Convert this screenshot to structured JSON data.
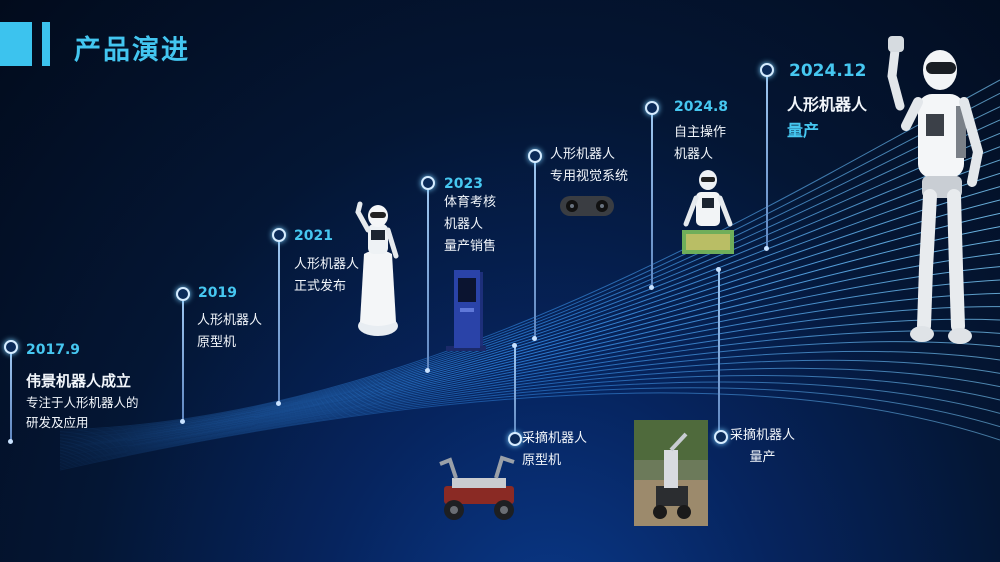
{
  "page": {
    "title": "产品演进"
  },
  "milestones": [
    {
      "id": "m2017",
      "year": "2017.9",
      "title": "伟景机器人成立",
      "lines": [
        "专注于人形机器人的",
        "研发及应用"
      ]
    },
    {
      "id": "m2019",
      "year": "2019",
      "lines": [
        "人形机器人",
        "原型机"
      ]
    },
    {
      "id": "m2021",
      "year": "2021",
      "lines": [
        "人形机器人",
        "正式发布"
      ]
    },
    {
      "id": "m2023",
      "year": "2023",
      "lines": [
        "体育考核",
        "机器人",
        "量产销售"
      ]
    },
    {
      "id": "mvision",
      "lines": [
        "人形机器人",
        "专用视觉系统"
      ]
    },
    {
      "id": "m2024_8",
      "year": "2024.8",
      "lines": [
        "自主操作",
        "机器人"
      ]
    },
    {
      "id": "m2024_12",
      "year": "2024.12",
      "lines": [
        "人形机器人",
        "量产"
      ]
    },
    {
      "id": "mpick1",
      "lines": [
        "采摘机器人",
        "原型机"
      ]
    },
    {
      "id": "mpick2",
      "lines": [
        "采摘机器人",
        "量产"
      ]
    }
  ],
  "icons": [
    "humanoid-robot-icon",
    "service-robot-icon",
    "kiosk-icon",
    "stereo-camera-icon",
    "picking-robot-icon",
    "farm-robot-icon"
  ],
  "colors": {
    "accent": "#43c6f0",
    "background": "#041634",
    "text": "#ffffff"
  }
}
